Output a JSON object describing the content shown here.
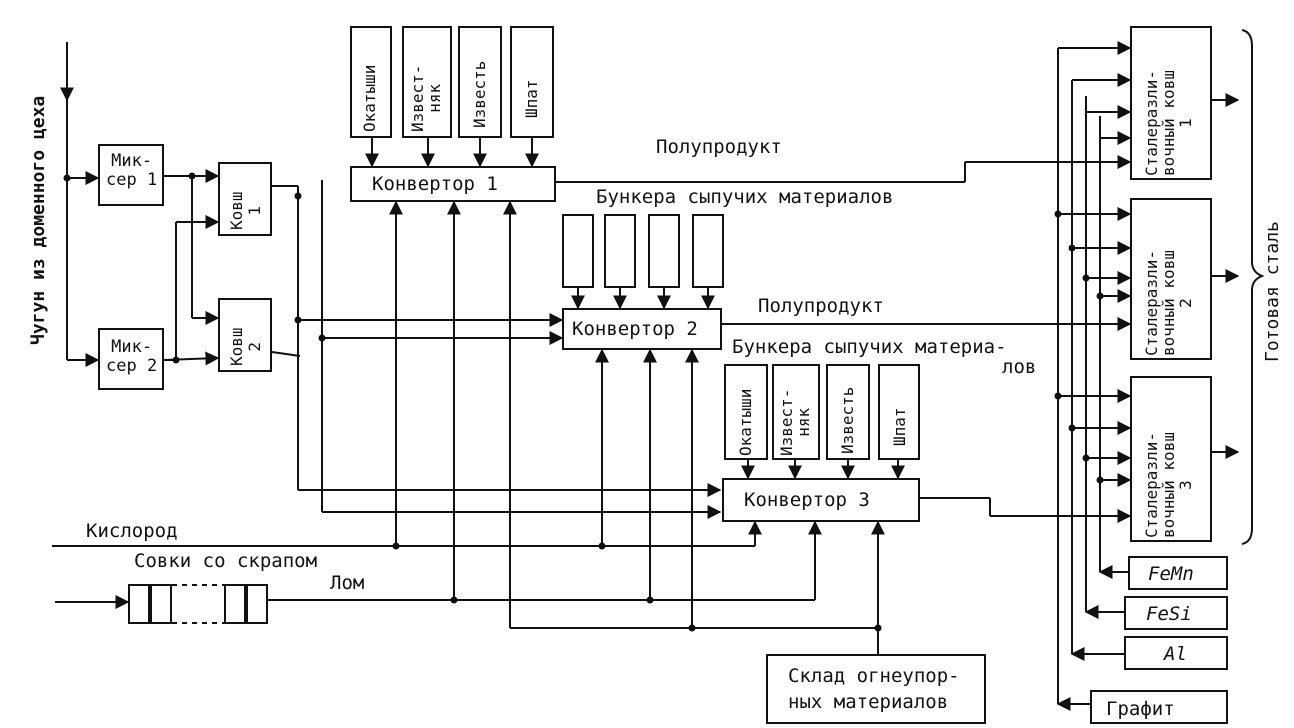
{
  "source": "Чугун из доменного цеха",
  "mixers": [
    "Мик-\nсер 1",
    "Мик-\nсер 2"
  ],
  "ladles": [
    "Ковш\n1",
    "Ковш\n2"
  ],
  "converters": [
    "Конвертор 1",
    "Конвертор 2",
    "Конвертор 3"
  ],
  "bins1": [
    "Окатыши",
    "Извест-\nняк",
    "Известь",
    "Шпат"
  ],
  "bins3": [
    "Окатыши",
    "Извест-\nняк",
    "Известь",
    "Шпат"
  ],
  "labels": {
    "semi1": "Полупродукт",
    "semi2": "Полупродукт",
    "bunker1": "Бункера сыпучих материалов",
    "bunker3_a": "Бункера сыпучих материа-",
    "bunker3_b": "лов",
    "oxygen": "Кислород",
    "scrap": "Совки со скрапом",
    "lom": "Лом",
    "refractory": "Склад огнеупор-\nных материалов",
    "ready": "Готовая сталь"
  },
  "pouring_ladles": [
    "Сталеразли-\nвочный ковш\n1",
    "Сталеразли-\nвочный ковш\n2",
    "Сталеразли-\nвочный ковш\n3"
  ],
  "additives": [
    "FeMn",
    "FeSi",
    "Al",
    "Графит"
  ]
}
